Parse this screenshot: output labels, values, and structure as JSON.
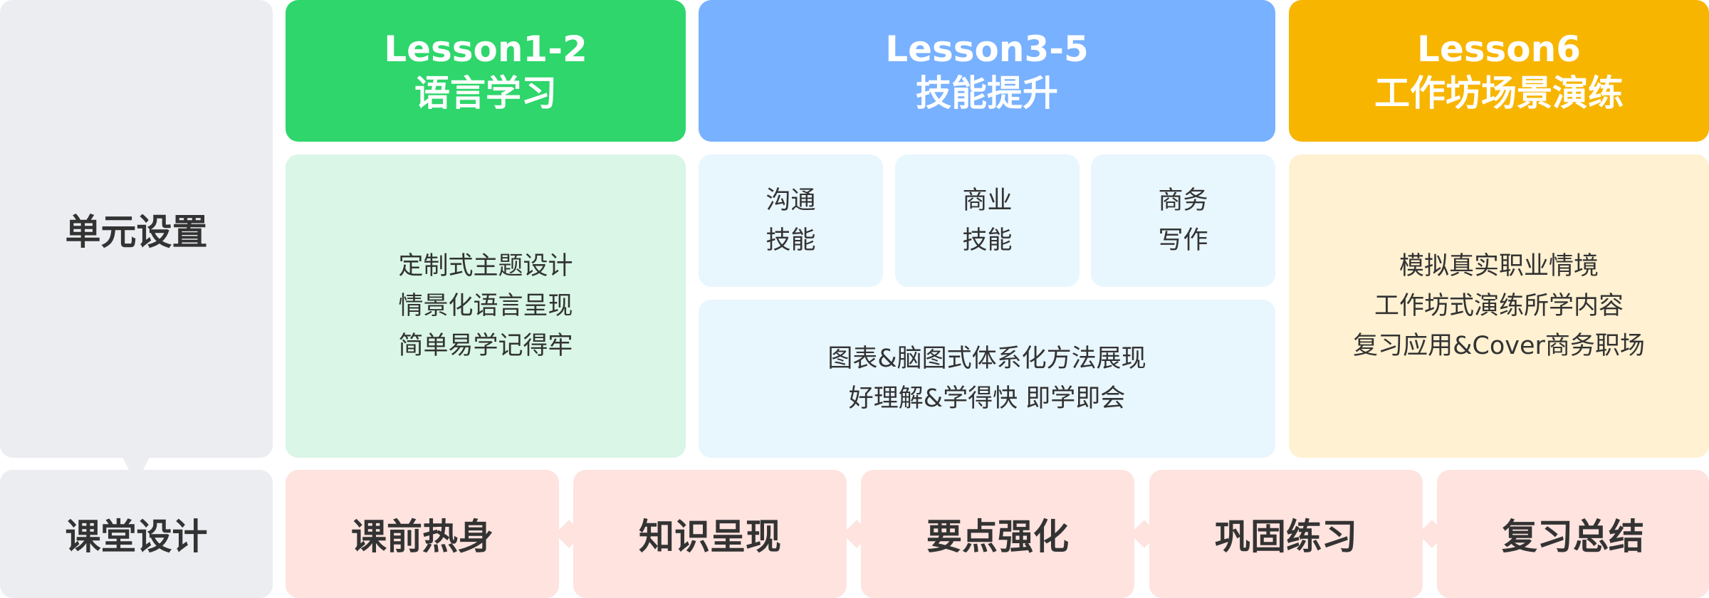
{
  "left": {
    "unit_settings": "单元设置",
    "class_design": "课堂设计"
  },
  "columns": [
    {
      "title_line1": "Lesson1-2",
      "title_line2": "语言学习",
      "body": [
        "定制式主题设计",
        "情景化语言呈现",
        "简单易学记得牢"
      ]
    },
    {
      "title_line1": "Lesson3-5",
      "title_line2": "技能提升",
      "skills": [
        [
          "沟通",
          "技能"
        ],
        [
          "商业",
          "技能"
        ],
        [
          "商务",
          "写作"
        ]
      ],
      "body": [
        "图表&脑图式体系化方法展现",
        "好理解&学得快 即学即会"
      ]
    },
    {
      "title_line1": "Lesson6",
      "title_line2": "工作坊场景演练",
      "body": [
        "模拟真实职业情境",
        "工作坊式演练所学内容",
        "复习应用&Cover商务职场"
      ]
    }
  ],
  "steps": [
    "课前热身",
    "知识呈现",
    "要点强化",
    "巩固练习",
    "复习总结"
  ],
  "colors": {
    "green": "#2ed66b",
    "blue": "#78b1ff",
    "orange": "#f7b500",
    "pink": "#fee3df",
    "gray": "#ecedf1"
  }
}
